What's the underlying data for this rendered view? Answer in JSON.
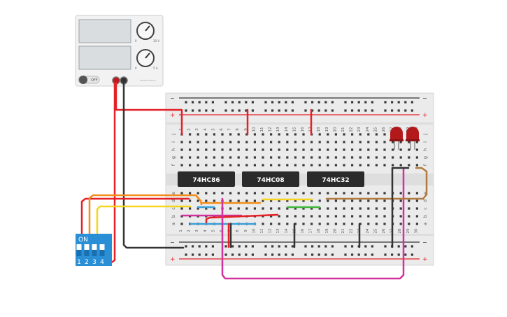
{
  "power_supply": {
    "switch_label": "OFF",
    "knob_top_labels": [
      "0",
      "30 V"
    ],
    "knob_bottom_labels": [
      "0",
      "5 A"
    ],
    "brand_text": "POWER SUPPLY"
  },
  "breadboard": {
    "rail_plus": "+",
    "rail_minus": "−",
    "row_letters_top": [
      "j",
      "i",
      "h",
      "g",
      "f"
    ],
    "row_letters_bottom": [
      "e",
      "d",
      "c",
      "b",
      "a"
    ],
    "column_numbers": [
      "1",
      "2",
      "3",
      "4",
      "5",
      "6",
      "7",
      "8",
      "9",
      "10",
      "11",
      "12",
      "13",
      "14",
      "15",
      "16",
      "17",
      "18",
      "19",
      "20",
      "21",
      "22",
      "23",
      "24",
      "25",
      "26",
      "27",
      "28",
      "29",
      "30"
    ]
  },
  "chips": [
    {
      "label": "74HC86"
    },
    {
      "label": "74HC08"
    },
    {
      "label": "74HC32"
    }
  ],
  "dip_switch": {
    "on_label": "ON",
    "numbers": [
      "1",
      "2",
      "3",
      "4"
    ]
  },
  "colors": {
    "red_wire": "#e32127",
    "black_wire": "#333333",
    "orange_wire": "#f28c1c",
    "yellow_wire": "#f5d51e",
    "magenta_wire": "#d1329b",
    "brown_wire": "#b07a3f",
    "green_wire": "#3fb83a",
    "blue_wire": "#3aa0d8",
    "dip_blue": "#2b8fd6",
    "led_red": "#b3191a"
  }
}
